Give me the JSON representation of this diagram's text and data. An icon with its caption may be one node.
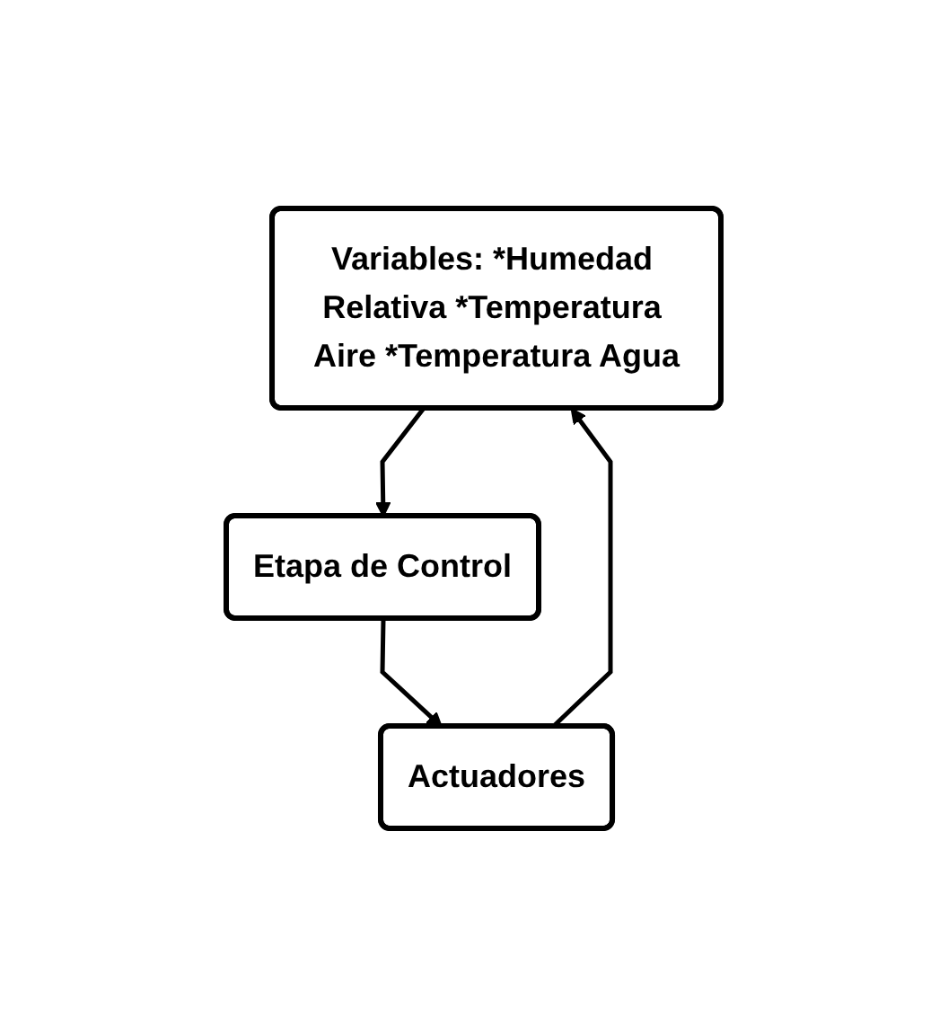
{
  "diagram": {
    "nodes": [
      {
        "text": [
          "Variables: *Humedad Relativa *Temperatura Aire *Temperatura Agua"
        ]
      },
      {
        "text": [
          "Etapa de Control"
        ]
      },
      {
        "text": [
          "Actuadores"
        ]
      }
    ],
    "edges": [
      {
        "from": 0,
        "to": 1,
        "arrow": "to"
      },
      {
        "from": 1,
        "to": 2,
        "arrow": "to"
      },
      {
        "from": 2,
        "to": 0,
        "arrow": "to"
      }
    ]
  }
}
